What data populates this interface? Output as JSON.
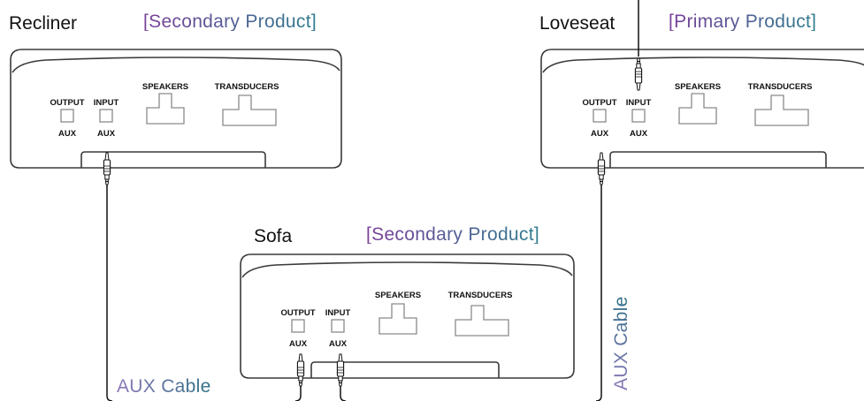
{
  "colors": {
    "outline": "#3a3a3a",
    "port_outline": "#8a8a8a",
    "cable": "#111111",
    "tag_gradient_start": "#7a3f9a",
    "tag_gradient_end": "#2e7d8f",
    "aux_label_start": "#8c79b8",
    "aux_label_end": "#2e6f86"
  },
  "devices": {
    "recliner": {
      "name": "Recliner",
      "role": "[Secondary Product]",
      "output_label": "OUTPUT",
      "input_label": "INPUT",
      "aux_left": "AUX",
      "aux_right": "AUX",
      "speakers_label": "SPEAKERS",
      "transducers_label": "TRANSDUCERS"
    },
    "loveseat": {
      "name": "Loveseat",
      "role": "[Primary Product]",
      "output_label": "OUTPUT",
      "input_label": "INPUT",
      "aux_left": "AUX",
      "aux_right": "AUX",
      "speakers_label": "SPEAKERS",
      "transducers_label": "TRANSDUCERS"
    },
    "sofa": {
      "name": "Sofa",
      "role": "[Secondary Product]",
      "output_label": "OUTPUT",
      "input_label": "INPUT",
      "aux_left": "AUX",
      "aux_right": "AUX",
      "speakers_label": "SPEAKERS",
      "transducers_label": "TRANSDUCERS"
    }
  },
  "cables": {
    "bottom_label": "AUX Cable",
    "right_label": "AUX Cable"
  }
}
